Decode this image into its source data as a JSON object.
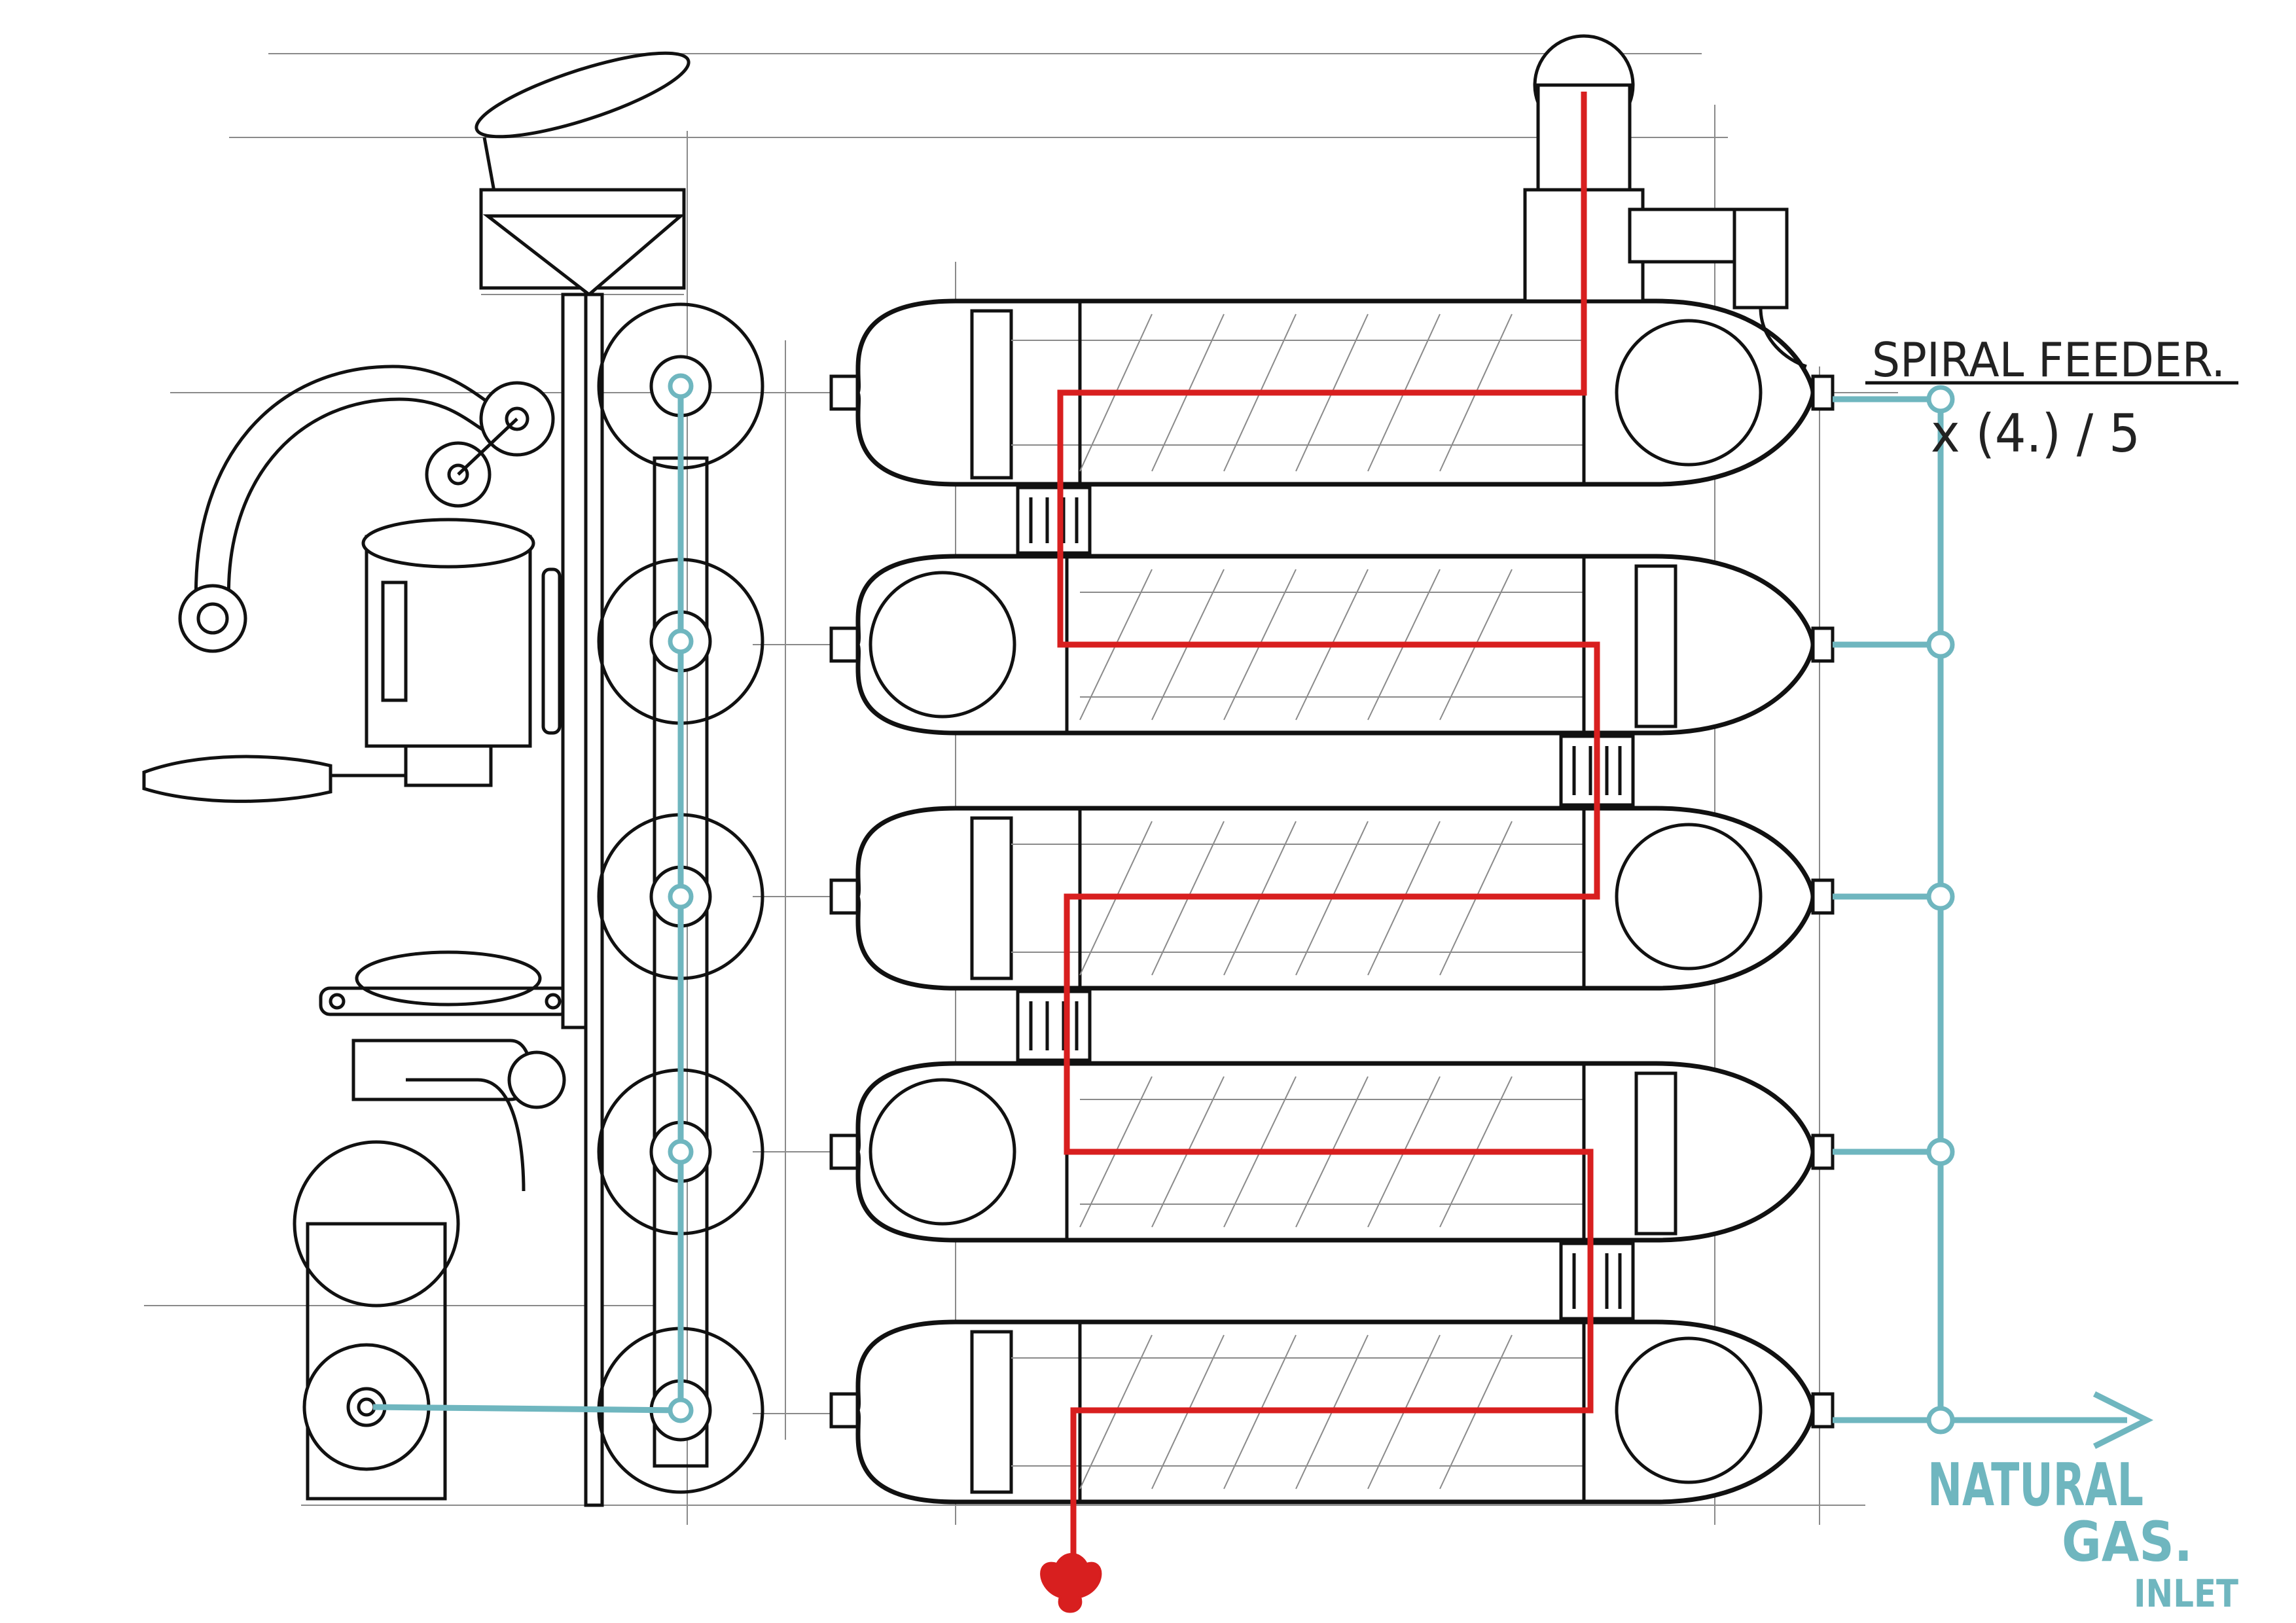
{
  "annotations": {
    "spiral_feeder": "SPIRAL FEEDER.",
    "quantity": "x (4.) / 5"
  },
  "inlet_label": {
    "line1": "NATURAL",
    "line2": "GAS.",
    "line3": "INLET"
  },
  "colors": {
    "process_flow": "#d81f1f",
    "gas_line": "#6fb6bf",
    "linework": "#111111",
    "construction_lines": "#8a8a8a"
  },
  "icons": {
    "outlet": "arrow-down-icon",
    "inlet": "arrow-right-icon"
  }
}
